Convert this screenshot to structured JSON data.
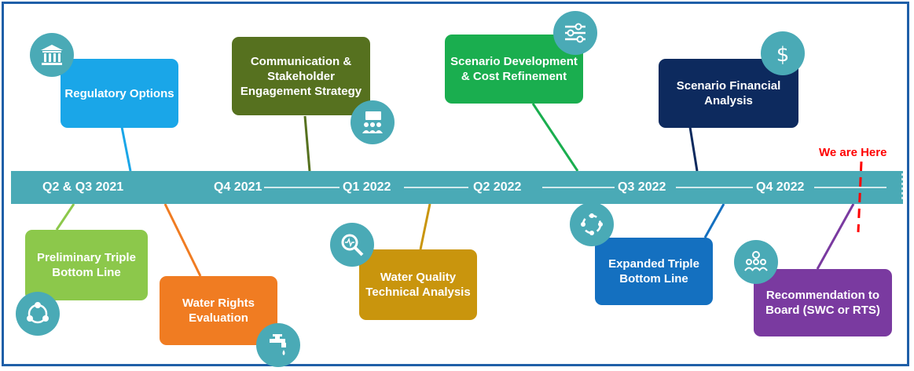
{
  "timeline": {
    "quarters": [
      "Q2 & Q3 2021",
      "Q4 2021",
      "Q1 2022",
      "Q2 2022",
      "Q3 2022",
      "Q4 2022"
    ],
    "band_color": "#4aaab6",
    "marker_label": "We are Here",
    "marker_color": "#ff0000"
  },
  "milestones": {
    "regulatory": {
      "label": "Regulatory Options",
      "color": "#1aa6e8",
      "icon": "bank-icon"
    },
    "communication": {
      "label": "Communication & Stakeholder Engagement Strategy",
      "color": "#56711f",
      "icon": "meeting-icon"
    },
    "scenario_dev": {
      "label": "Scenario Development & Cost Refinement",
      "color": "#1aae4f",
      "icon": "sliders-icon"
    },
    "financial": {
      "label": "Scenario Financial Analysis",
      "color": "#0d2a5e",
      "icon": "dollar-icon"
    },
    "preliminary": {
      "label": "Preliminary Triple Bottom Line",
      "color": "#8cc84b",
      "icon": "cycle-icon"
    },
    "water_rights": {
      "label": "Water Rights Evaluation",
      "color": "#f07c22",
      "icon": "faucet-icon"
    },
    "water_quality": {
      "label": "Water Quality Technical Analysis",
      "color": "#c9950d",
      "icon": "magnifier-icon"
    },
    "expanded": {
      "label": "Expanded Triple Bottom Line",
      "color": "#1470c0",
      "icon": "refresh-icon"
    },
    "recommendation": {
      "label": "Recommendation to Board (SWC or RTS)",
      "color": "#7a3aa0",
      "icon": "group-icon"
    }
  }
}
